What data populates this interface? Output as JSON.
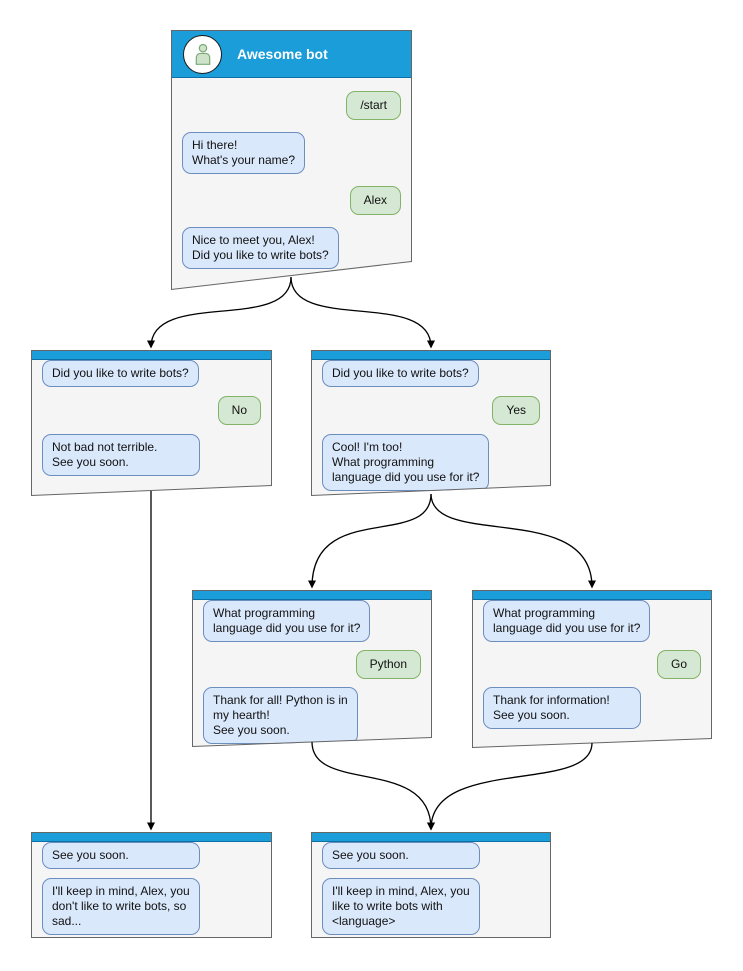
{
  "win_root": {
    "title": "Awesome bot",
    "messages": [
      {
        "side": "user",
        "text": "/start"
      },
      {
        "side": "bot",
        "text": "Hi there!\nWhat's your name?"
      },
      {
        "side": "user",
        "text": "Alex"
      },
      {
        "side": "bot",
        "text": "Nice to meet you, Alex!\nDid you like to write bots?"
      }
    ]
  },
  "win_no": {
    "messages": [
      {
        "side": "bot",
        "text": "Did you like to write bots?"
      },
      {
        "side": "user",
        "text": "No"
      },
      {
        "side": "bot",
        "text": "Not bad not terrible.\nSee you soon."
      }
    ]
  },
  "win_yes": {
    "messages": [
      {
        "side": "bot",
        "text": "Did you like to write bots?"
      },
      {
        "side": "user",
        "text": "Yes"
      },
      {
        "side": "bot",
        "text": "Cool! I'm too!\nWhat programming\nlanguage did you use for it?"
      }
    ]
  },
  "win_python": {
    "messages": [
      {
        "side": "bot",
        "text": "What programming\nlanguage did you use for it?"
      },
      {
        "side": "user",
        "text": "Python"
      },
      {
        "side": "bot",
        "text": "Thank for all! Python is in\nmy hearth!\nSee you soon."
      }
    ]
  },
  "win_go": {
    "messages": [
      {
        "side": "bot",
        "text": "What programming\nlanguage did you use for it?"
      },
      {
        "side": "user",
        "text": "Go"
      },
      {
        "side": "bot",
        "text": "Thank for information!\nSee you soon."
      }
    ]
  },
  "win_end_no": {
    "messages": [
      {
        "side": "bot",
        "text": "See you soon."
      },
      {
        "side": "bot",
        "text": "I'll keep in mind, Alex, you\ndon't like to write bots, so\nsad..."
      }
    ]
  },
  "win_end_yes": {
    "messages": [
      {
        "side": "bot",
        "text": "See you soon."
      },
      {
        "side": "bot",
        "text": "I'll keep in mind, Alex, you\nlike to write bots with\n<language>"
      }
    ]
  },
  "edges": [
    {
      "from": "root",
      "to": "no"
    },
    {
      "from": "root",
      "to": "yes"
    },
    {
      "from": "yes",
      "to": "python"
    },
    {
      "from": "yes",
      "to": "go"
    },
    {
      "from": "no",
      "to": "end_no"
    },
    {
      "from": "python",
      "to": "end_yes"
    },
    {
      "from": "go",
      "to": "end_yes"
    }
  ],
  "icons": {
    "avatar": "bot-person-icon"
  },
  "colors": {
    "header_blue": "#1b9dd9",
    "header_border": "#0c6fa5",
    "window_fill": "#f5f5f5",
    "window_border": "#666666",
    "bot_bubble_fill": "#dae8fc",
    "bot_bubble_border": "#6c8ebf",
    "user_bubble_fill": "#d5e8d4",
    "user_bubble_border": "#82b366",
    "arrow": "#000000",
    "avatar_icon_fill": "#cfe3cb",
    "avatar_icon_stroke": "#79a974"
  }
}
